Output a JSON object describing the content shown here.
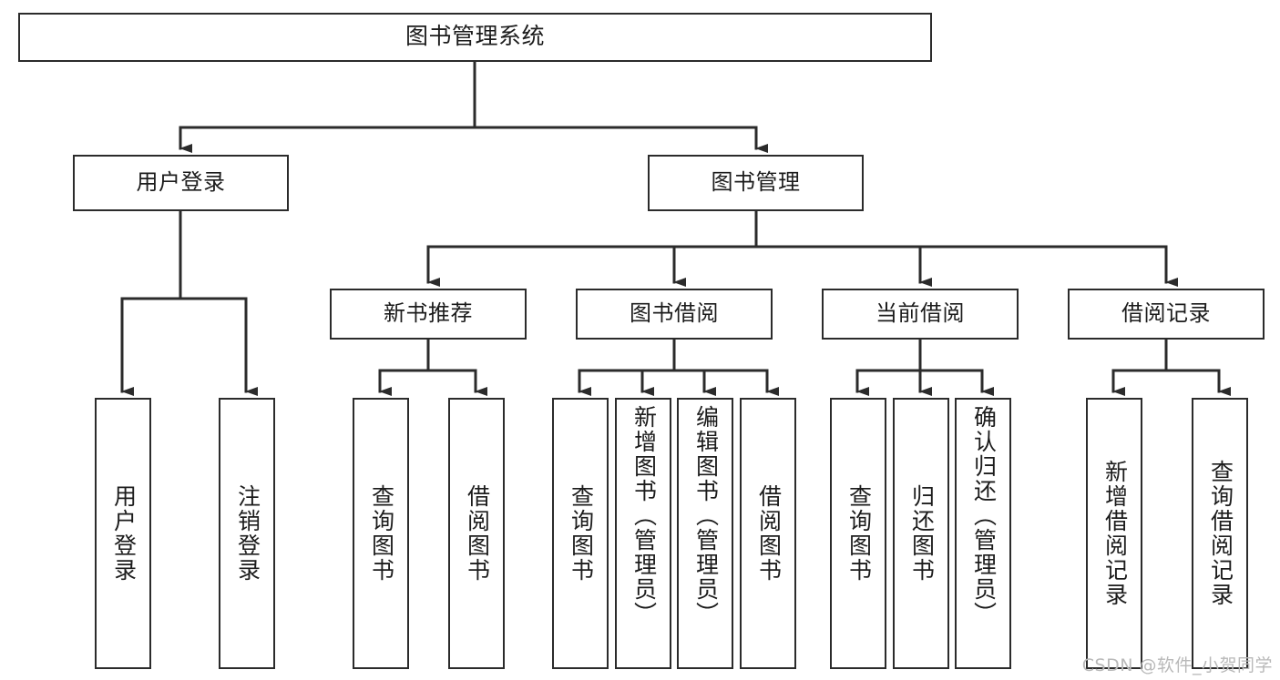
{
  "diagram": {
    "kind": "tree-diagram",
    "title_node": {
      "label": "图书管理系统"
    },
    "colors": {
      "box_border": "#2b2b2b",
      "box_fill": "#ffffff",
      "connector": "#2b2b2b",
      "text": "#1c1c1c",
      "watermark": "#b9b9b9",
      "background": "#ffffff"
    },
    "level2": [
      {
        "id": "user-login",
        "label": "用户登录"
      },
      {
        "id": "book-manage",
        "label": "图书管理"
      }
    ],
    "level3": [
      {
        "id": "new-book-recommend",
        "label": "新书推荐",
        "parent": "book-manage"
      },
      {
        "id": "book-borrow",
        "label": "图书借阅",
        "parent": "book-manage"
      },
      {
        "id": "current-borrow",
        "label": "当前借阅",
        "parent": "book-manage"
      },
      {
        "id": "borrow-record",
        "label": "借阅记录",
        "parent": "book-manage"
      }
    ],
    "leaves": [
      {
        "id": "leaf-user-login",
        "label": "用户登录",
        "parent": "user-login"
      },
      {
        "id": "leaf-logout-login",
        "label": "注销登录",
        "parent": "user-login"
      },
      {
        "id": "leaf-query-book-1",
        "label": "查询图书",
        "parent": "new-book-recommend"
      },
      {
        "id": "leaf-borrow-book-1",
        "label": "借阅图书",
        "parent": "new-book-recommend"
      },
      {
        "id": "leaf-query-book-2",
        "label": "查询图书",
        "parent": "book-borrow"
      },
      {
        "id": "leaf-add-book",
        "label": "新增图书（管理员）",
        "parent": "book-borrow"
      },
      {
        "id": "leaf-edit-book",
        "label": "编辑图书（管理员）",
        "parent": "book-borrow"
      },
      {
        "id": "leaf-borrow-book-2",
        "label": "借阅图书",
        "parent": "book-borrow"
      },
      {
        "id": "leaf-query-book-3",
        "label": "查询图书",
        "parent": "current-borrow"
      },
      {
        "id": "leaf-return-book",
        "label": "归还图书",
        "parent": "current-borrow"
      },
      {
        "id": "leaf-confirm-return",
        "label": "确认归还（管理员）",
        "parent": "current-borrow"
      },
      {
        "id": "leaf-add-record",
        "label": "新增借阅记录",
        "parent": "borrow-record"
      },
      {
        "id": "leaf-query-record",
        "label": "查询借阅记录",
        "parent": "borrow-record"
      }
    ],
    "watermark": "CSDN @软件_小贺同学"
  }
}
